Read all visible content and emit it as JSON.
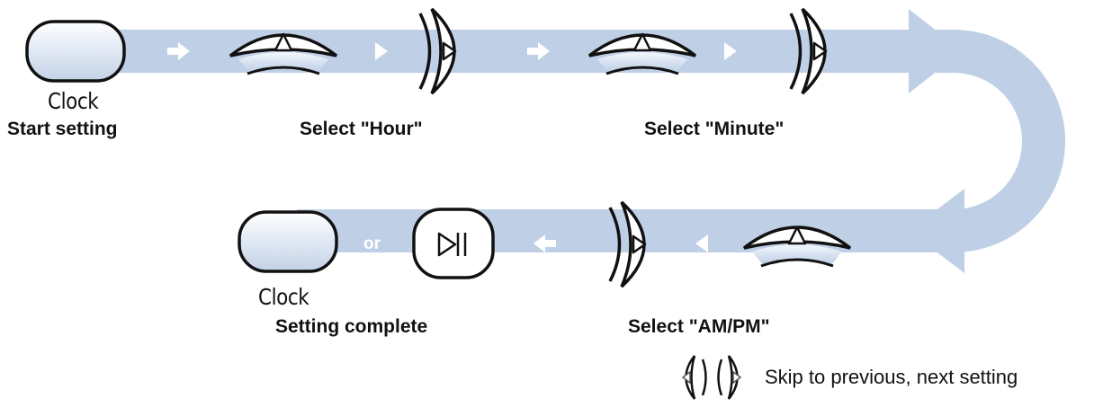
{
  "steps": {
    "clock_start_title": "Clock",
    "clock_start_caption": "Start setting",
    "hour_caption": "Select \"Hour\"",
    "minute_caption": "Select \"Minute\"",
    "ampm_caption": "Select \"AM/PM\"",
    "clock_end_title": "Clock",
    "clock_end_caption": "Setting complete",
    "or_text": "or"
  },
  "legend": {
    "text": "Skip to previous, next setting"
  },
  "colors": {
    "flow_band": "#bfd0e6",
    "button_fill": "#d7e2f0",
    "outline": "#111111"
  },
  "icons": [
    "clock-button-icon",
    "up-arc-button-icon",
    "right-arc-button-icon",
    "play-pause-button-icon",
    "arrow-icon"
  ]
}
